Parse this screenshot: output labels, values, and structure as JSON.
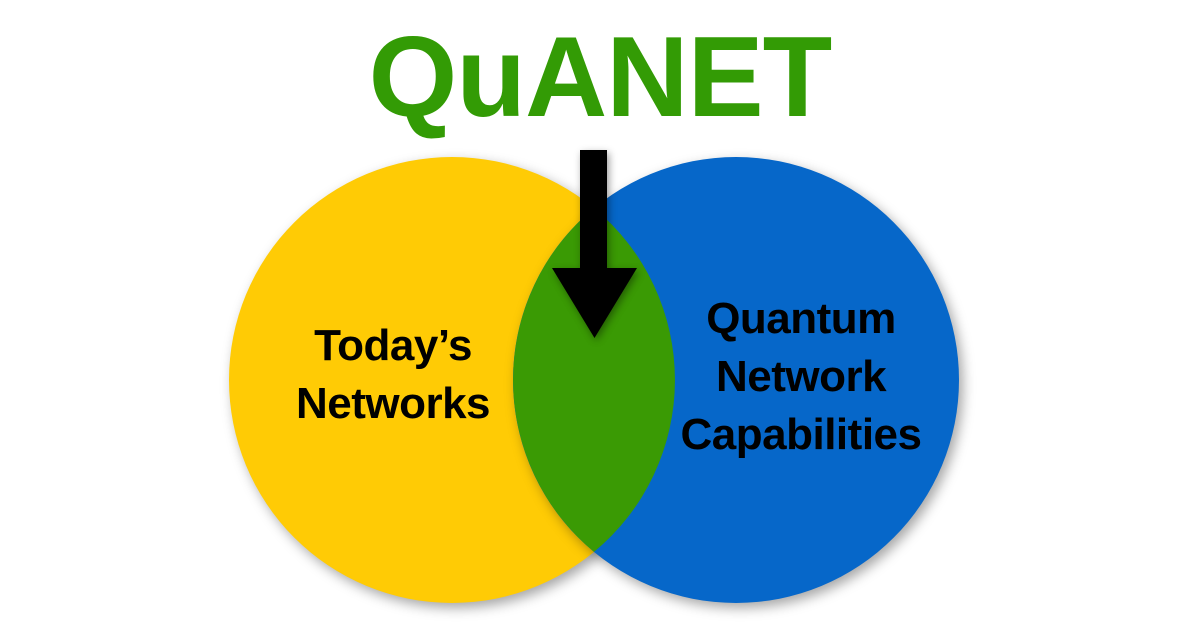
{
  "title": {
    "text": "QuANET",
    "color": "#339B05"
  },
  "venn": {
    "left_circle": {
      "label_lines": [
        "Today’s",
        "Networks"
      ],
      "color": "#FFCB05",
      "text_color": "#000000"
    },
    "right_circle": {
      "label_lines": [
        "Quantum",
        "Network",
        "Capabilities"
      ],
      "color": "#0667C9",
      "text_color": "#000000"
    },
    "intersection": {
      "color": "#3A9A04"
    },
    "arrow": {
      "icon": "down-arrow",
      "direction": "down",
      "color": "#000000"
    }
  },
  "background_color": "#FFFFFF"
}
